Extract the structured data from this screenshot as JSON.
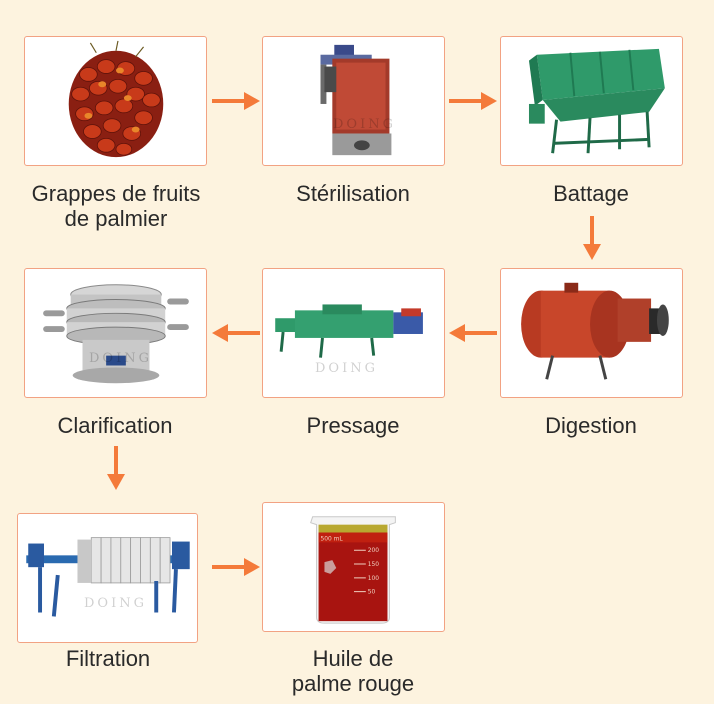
{
  "steps": [
    {
      "line1": "Grappes de fruits",
      "line2": "de palmier"
    },
    {
      "line1": "Stérilisation",
      "line2": ""
    },
    {
      "line1": "Battage",
      "line2": ""
    },
    {
      "line1": "Digestion",
      "line2": ""
    },
    {
      "line1": "Pressage",
      "line2": ""
    },
    {
      "line1": "Clarification",
      "line2": ""
    },
    {
      "line1": "Filtration",
      "line2": ""
    },
    {
      "line1": "Huile de",
      "line2": "palme rouge"
    }
  ],
  "watermark": "DOING",
  "beaker_marks": [
    "500 mL",
    "200",
    "150",
    "100",
    "50"
  ],
  "colors": {
    "arrow": "#f47a3a",
    "card_border": "#f2a283",
    "background": "#fdf3df"
  }
}
